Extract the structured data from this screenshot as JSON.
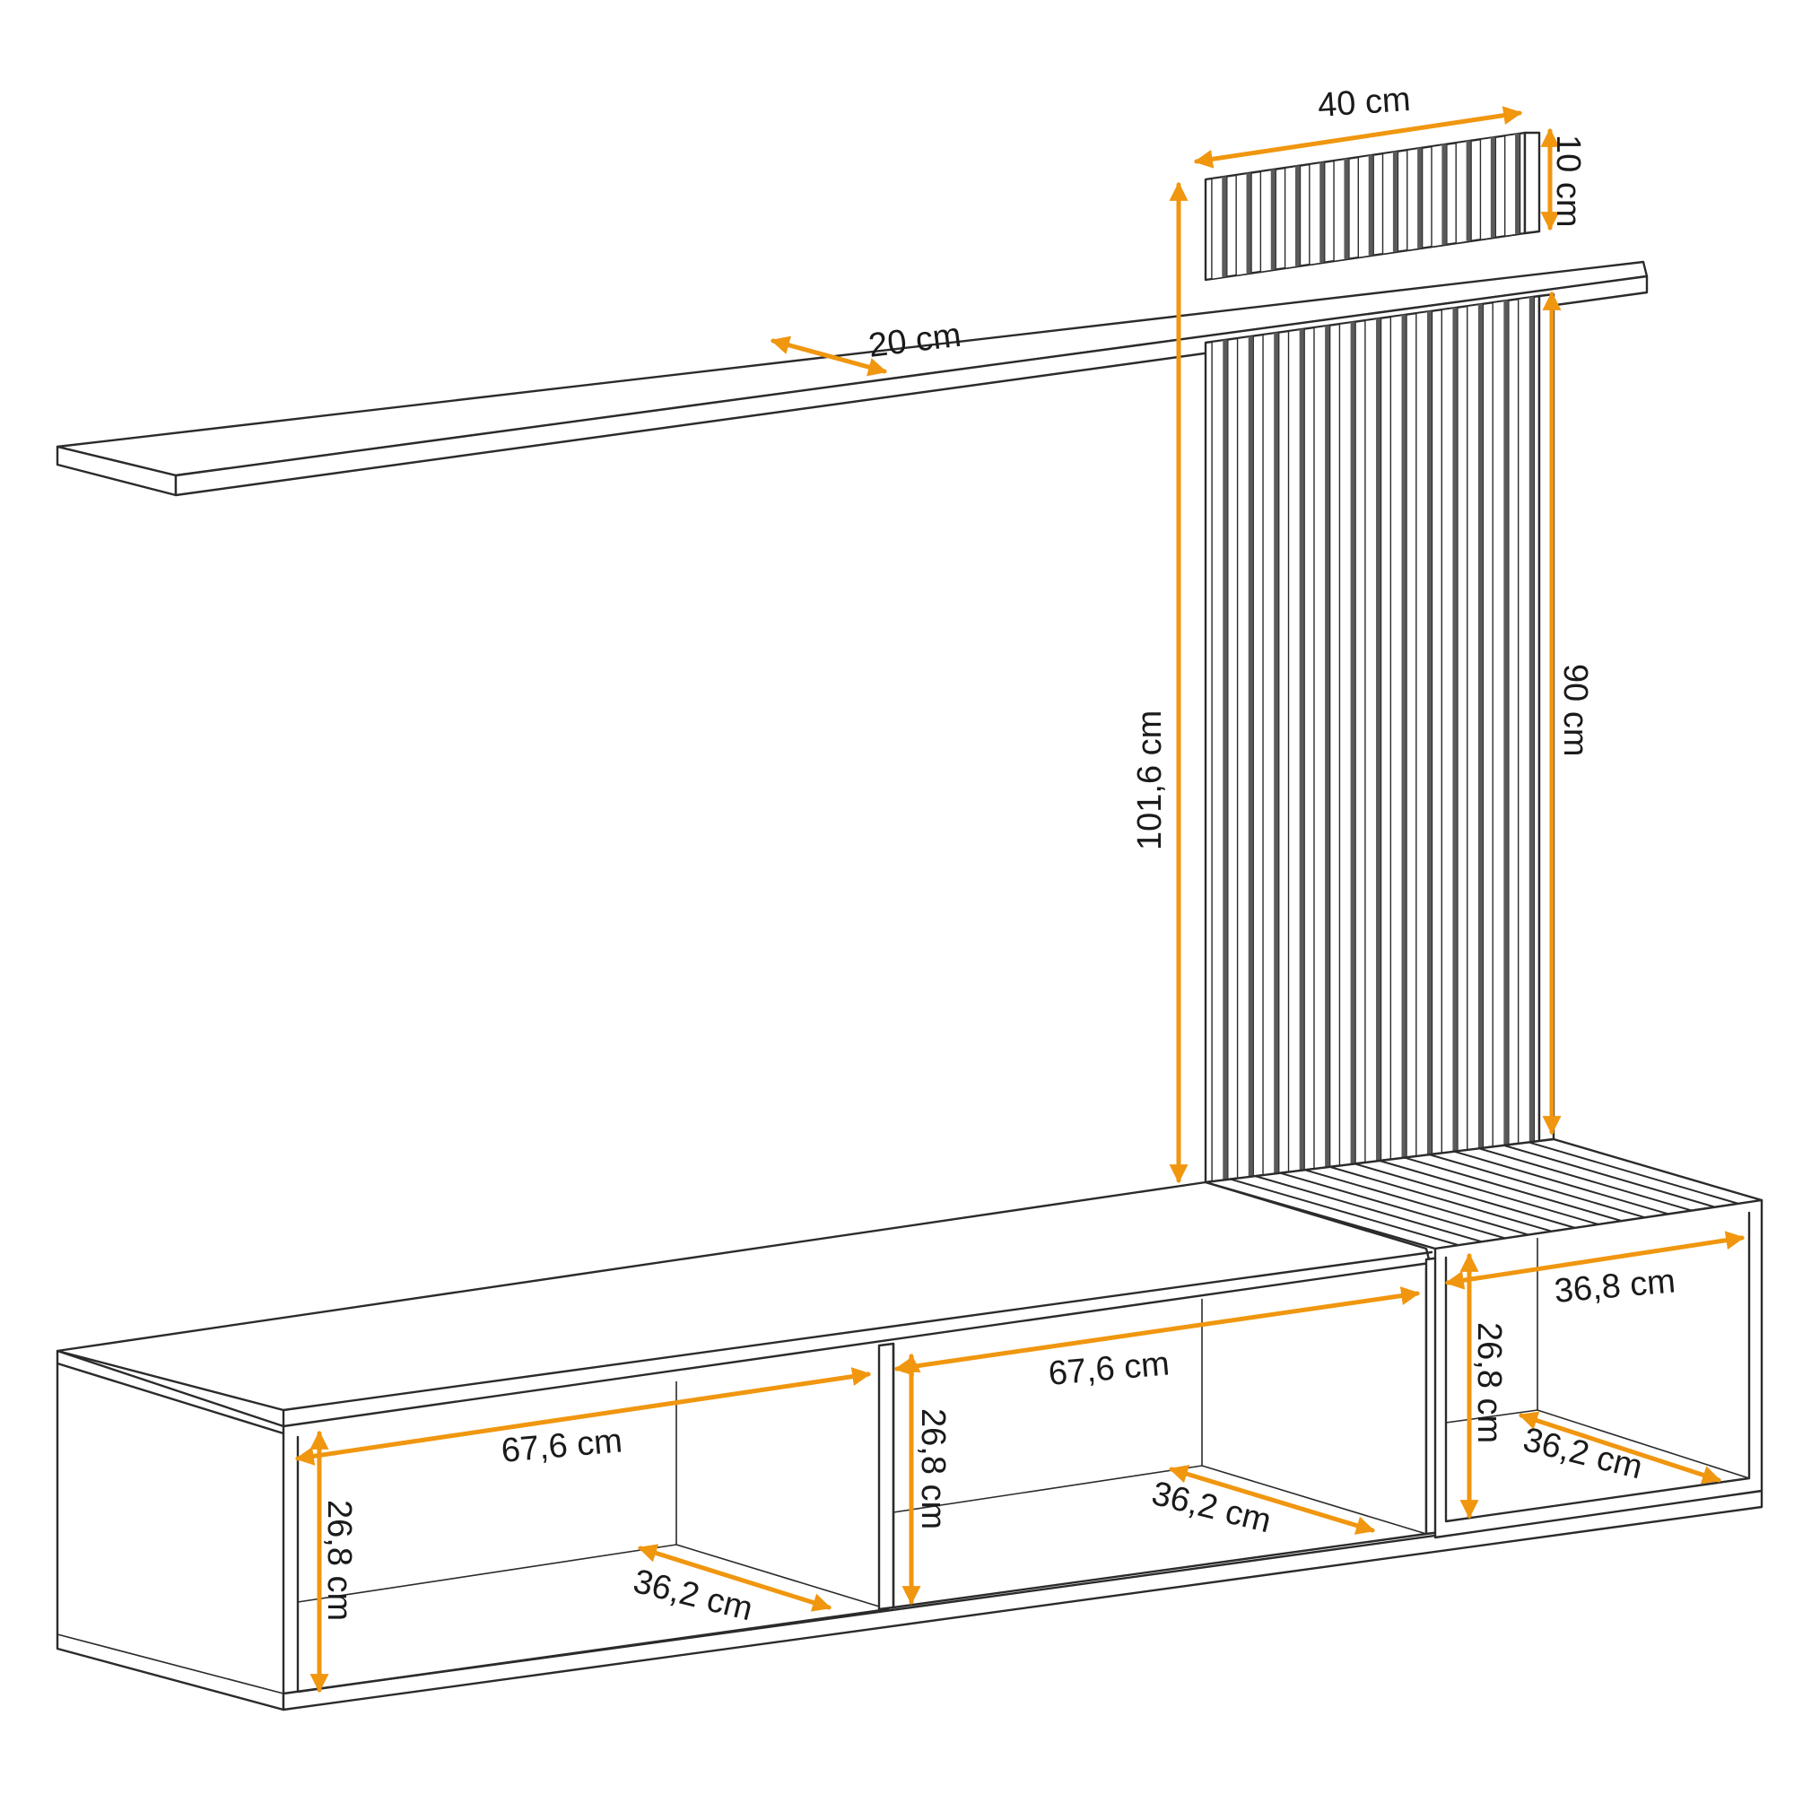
{
  "colors": {
    "dimension_arrow": "#f0960f",
    "outline": "#2b2b2b",
    "slat_fill": "#5a5a5a",
    "background": "#ffffff"
  },
  "dimensions": {
    "top_panel_width": "40 cm",
    "top_panel_height": "10 cm",
    "shelf_depth": "20 cm",
    "panel_total_height": "101,6 cm",
    "panel_height": "90 cm",
    "left_module_width": "67,6 cm",
    "left_module_height": "26,8 cm",
    "left_module_depth": "36,2 cm",
    "middle_module_width": "67,6 cm",
    "middle_module_height": "26,8 cm",
    "middle_module_depth": "36,2 cm",
    "right_module_width": "36,8 cm",
    "right_module_height": "26,8 cm",
    "right_module_depth": "36,2 cm"
  }
}
